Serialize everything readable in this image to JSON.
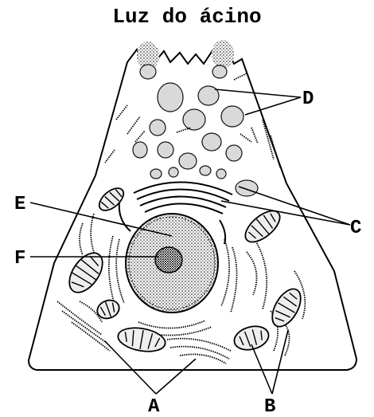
{
  "title": "Luz do ácino",
  "labels": {
    "A": "A",
    "B": "B",
    "C": "C",
    "D": "D",
    "E": "E",
    "F": "F"
  },
  "colors": {
    "ink": "#000000",
    "background": "#ffffff",
    "stipple": "#d9d9d9"
  }
}
